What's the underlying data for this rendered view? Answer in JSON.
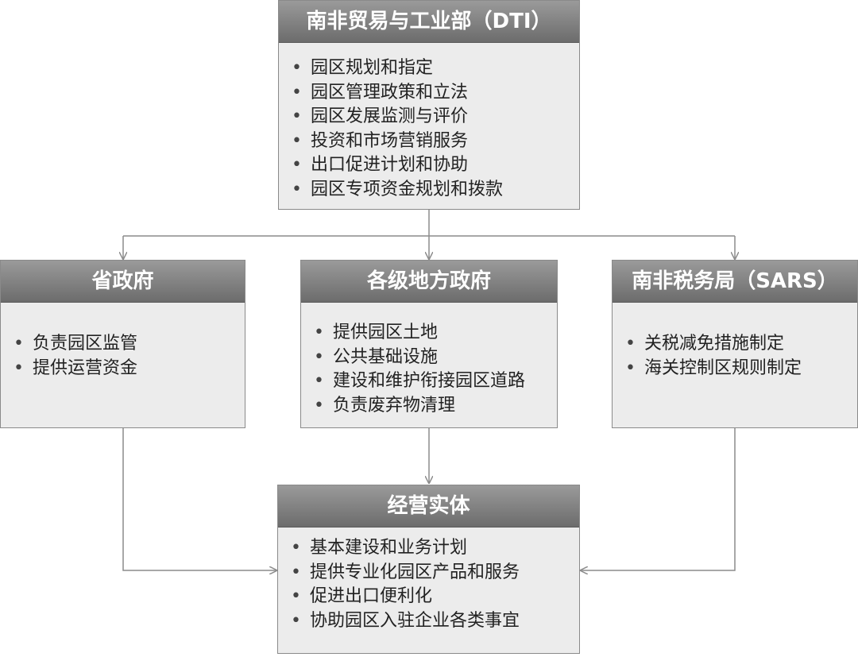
{
  "dti": {
    "title": "南非贸易与工业部（DTI）",
    "items": [
      "园区规划和指定",
      "园区管理政策和立法",
      "园区发展监测与评价",
      "投资和市场营销服务",
      "出口促进计划和协助",
      "园区专项资金规划和拨款"
    ]
  },
  "provincial": {
    "title": "省政府",
    "items": [
      "负责园区监管",
      "提供运营资金"
    ]
  },
  "local": {
    "title": "各级地方政府",
    "items": [
      "提供园区土地",
      "公共基础设施",
      "建设和维护衔接园区道路",
      "负责废弃物清理"
    ]
  },
  "sars": {
    "title": "南非税务局（SARS）",
    "items": [
      "关税减免措施制定",
      "海关控制区规则制定"
    ]
  },
  "operator": {
    "title": "经营实体",
    "items": [
      "基本建设和业务计划",
      "提供专业化园区产品和服务",
      "促进出口便利化",
      "协助园区入驻企业各类事宜"
    ]
  },
  "colors": {
    "header_top": "#9a9a9a",
    "header_bottom": "#6c6c6c",
    "box_fill": "#ececec",
    "connector": "#8c8c8c"
  }
}
